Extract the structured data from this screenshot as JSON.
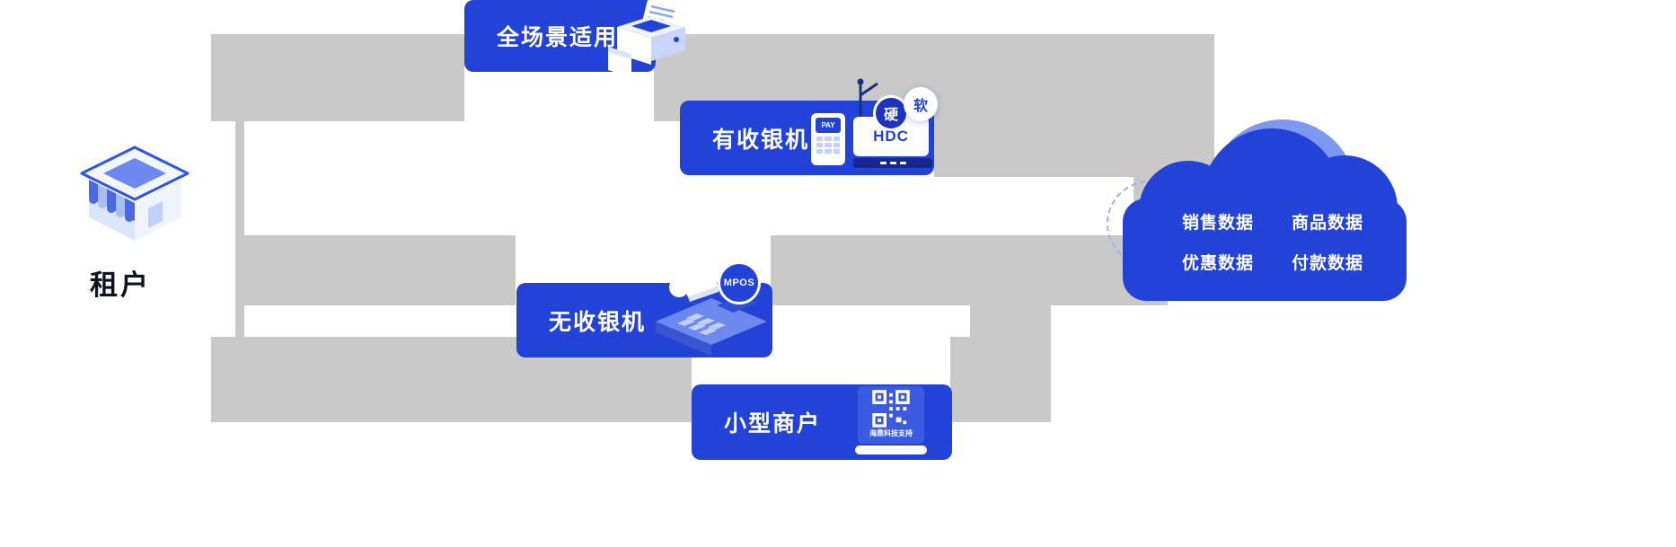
{
  "colors": {
    "primary_blue": "#2342d8",
    "dark_blue": "#1b33bd",
    "light_blue": "#7e97ef",
    "pale_blue": "#c3d0f9",
    "connector_gray": "#c9c9c9",
    "text_dark": "#0f1222"
  },
  "tenant": {
    "label": "租户",
    "icon": "storefront-icon"
  },
  "nodes": {
    "all_scene": {
      "label": "全场景适用",
      "icon": "printer-icon"
    },
    "with_register": {
      "label": "有收银机",
      "badge_hard": "硬",
      "badge_soft": "软",
      "pay_label": "PAY",
      "brand_label": "HDC",
      "icons": [
        "payment-terminal-icon",
        "cash-register-icon",
        "antenna-icon"
      ]
    },
    "without_register": {
      "label": "无收银机",
      "badge": "MPOS",
      "icon": "mpos-terminal-icon"
    },
    "small_merchant": {
      "label": "小型商户",
      "support_label": "海鼎科技支持",
      "icon": "qr-code-icon"
    }
  },
  "cloud": {
    "items": [
      "销售数据",
      "商品数据",
      "优惠数据",
      "付款数据"
    ]
  }
}
